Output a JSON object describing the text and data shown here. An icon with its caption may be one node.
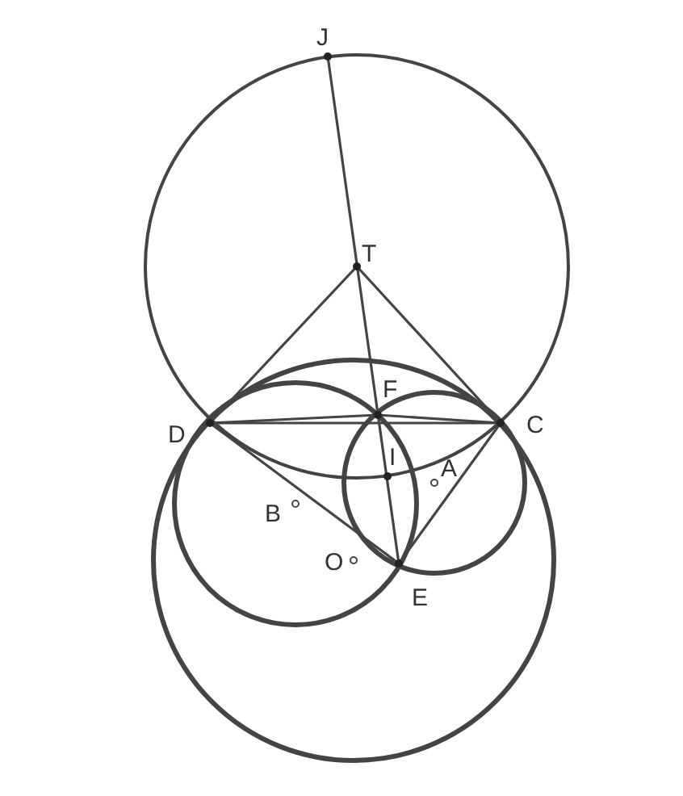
{
  "diagram": {
    "labels": [
      "J",
      "T",
      "F",
      "D",
      "C",
      "I",
      "A",
      "B",
      "O",
      "E"
    ]
  }
}
